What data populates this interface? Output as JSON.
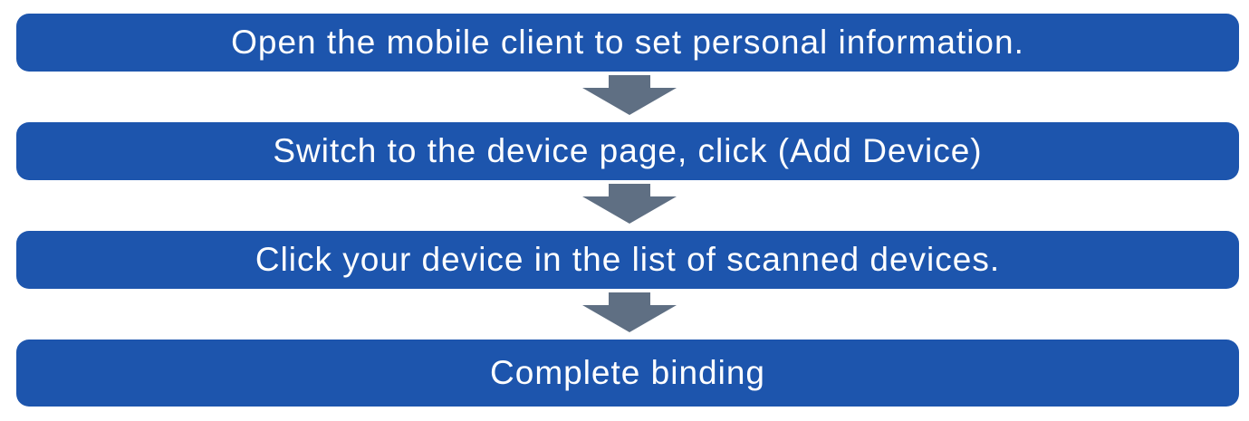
{
  "flowchart": {
    "steps": [
      {
        "label": "Open the mobile client to set personal information."
      },
      {
        "label": "Switch to the device page, click (Add Device)"
      },
      {
        "label": "Click your device in the list of scanned devices."
      },
      {
        "label": "Complete binding"
      }
    ]
  },
  "colors": {
    "step_fill": "#1d55ad",
    "step_text": "#ffffff",
    "arrow_fill": "#5f6f83"
  },
  "icons": {
    "connector": "down-arrow-icon"
  }
}
